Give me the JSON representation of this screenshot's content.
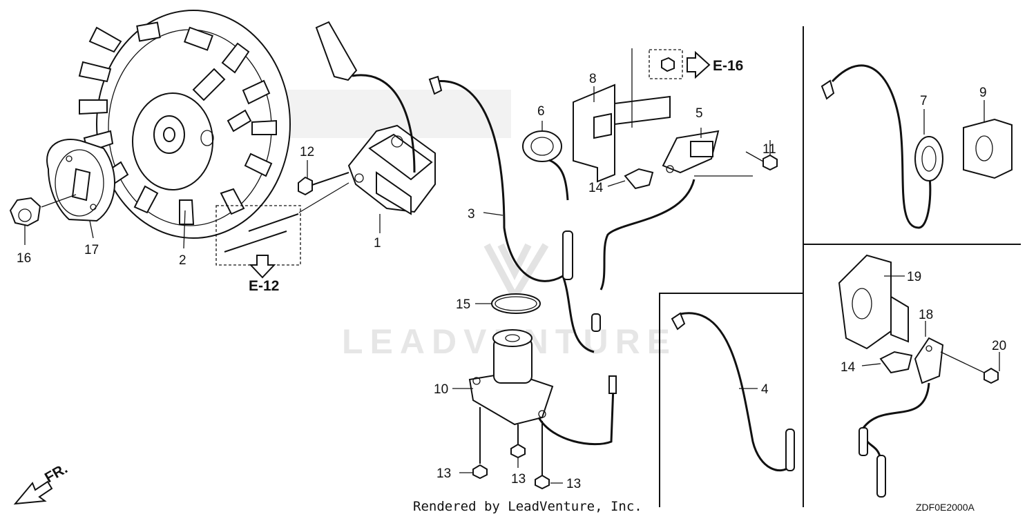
{
  "watermark": "LEADVENTURE",
  "credit": "Rendered by LeadVenture, Inc.",
  "diagram_code": "ZDF0E2000A",
  "orientation_label": "FR.",
  "references": {
    "e12": "E-12",
    "e16": "E-16"
  },
  "callouts": {
    "c1": "1",
    "c2": "2",
    "c3": "3",
    "c4": "4",
    "c5": "5",
    "c6": "6",
    "c7": "7",
    "c8": "8",
    "c9": "9",
    "c10": "10",
    "c11": "11",
    "c12": "12",
    "c13a": "13",
    "c13b": "13",
    "c13c": "13",
    "c14a": "14",
    "c14b": "14",
    "c15": "15",
    "c16": "16",
    "c17": "17",
    "c18": "18",
    "c19": "19",
    "c20": "20"
  }
}
